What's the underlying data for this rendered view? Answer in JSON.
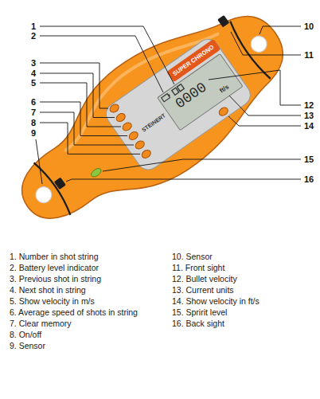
{
  "diagram": {
    "labels": [
      "1",
      "2",
      "3",
      "4",
      "5",
      "6",
      "7",
      "8",
      "9",
      "10",
      "11",
      "12",
      "13",
      "14",
      "15",
      "16",
      "1. Number in shot string",
      "2. Battery level indicator",
      "3. Previous shot in string",
      "4. Next shot in string",
      "5. Show velocity in m/s",
      "6. Average speed of shots in string",
      "7. Clear memory",
      "8. On/off",
      "9. Sensor",
      "10. Sensor",
      "11. Front sight",
      "12. Bullet velocity",
      "13. Current units",
      "14. Show velocity in ft/s",
      "15. Spririt level",
      "16. Back sight",
      "SUPER CHRONO",
      "STEINERT",
      "0000",
      "ft/s"
    ]
  }
}
